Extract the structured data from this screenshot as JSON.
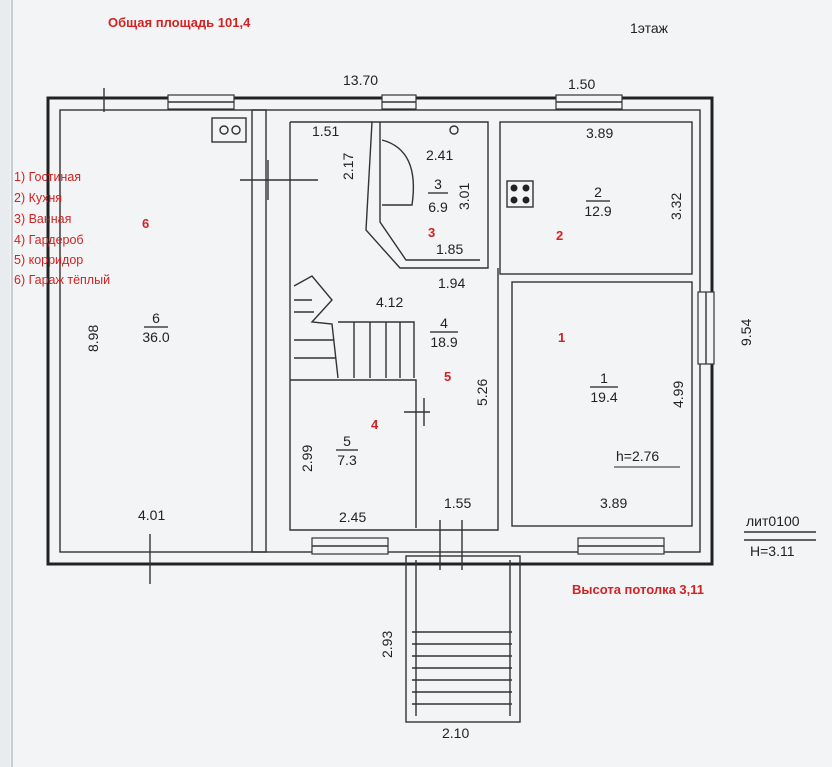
{
  "header": {
    "total_area": "Общая площадь 101,4",
    "floor": "1этаж"
  },
  "legend": [
    "1) Гостиная",
    "2) Кухня",
    "3) Ванная",
    "4) Гардероб",
    "5) корридор",
    "6) Гараж тёплый"
  ],
  "room_markers": [
    "6",
    "3",
    "2",
    "1",
    "5",
    "4"
  ],
  "rooms": [
    {
      "num": "6",
      "area": "36.0"
    },
    {
      "num": "3",
      "area": "6.9"
    },
    {
      "num": "2",
      "area": "12.9"
    },
    {
      "num": "4",
      "area": "18.9"
    },
    {
      "num": "1",
      "area": "19.4"
    },
    {
      "num": "5",
      "area": "7.3"
    }
  ],
  "dims": {
    "top_total": "13.70",
    "top_window": "1.50",
    "garage_height": "8.98",
    "garage_width": "4.01",
    "bath_top_left": "1.51",
    "bath_vert": "2.17",
    "bath_width": "2.41",
    "bath_height": "3.01",
    "bath_bottom": "1.85",
    "corr_top": "1.94",
    "stair_width": "4.12",
    "kitchen_width": "3.89",
    "kitchen_height": "3.32",
    "right_total": "9.54",
    "living_height": "4.99",
    "living_width": "3.89",
    "corr_height": "5.26",
    "ward_height": "2.99",
    "ward_width": "2.45",
    "corr_bottom": "1.55",
    "porch_length": "2.93",
    "porch_width": "2.10"
  },
  "ceiling_room": "h=2.76",
  "lit": {
    "label": "лит0100",
    "height": "H=3.11"
  },
  "ceiling_note": "Высота потолка 3,11"
}
